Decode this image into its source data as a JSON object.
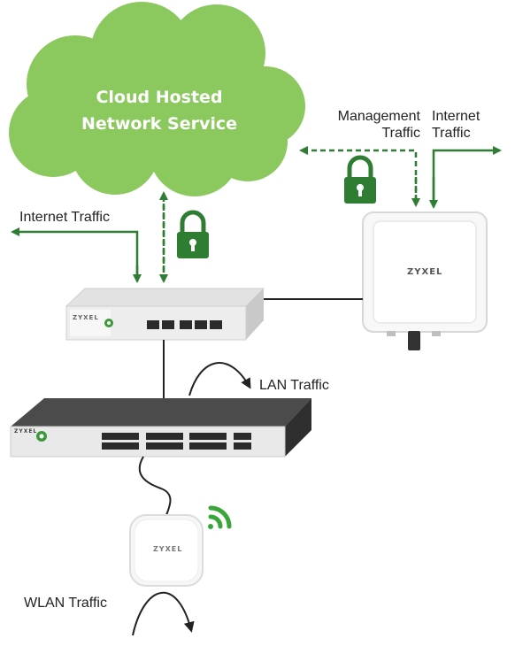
{
  "cloud": {
    "title_line1": "Cloud Hosted",
    "title_line2": "Network Service"
  },
  "labels": {
    "management_line1": "Management",
    "management_line2": "Traffic",
    "internet_right_line1": "Internet",
    "internet_right_line2": "Traffic",
    "internet_left": "Internet Traffic",
    "lan": "LAN Traffic",
    "wlan": "WLAN Traffic"
  },
  "brand": {
    "gateway": "ZYXEL",
    "access_point": "ZYXEL",
    "switch_top": "ZYXEL",
    "switch_big": "ZYXEL"
  },
  "colors": {
    "cloud": "#8bc95f",
    "accent": "#2e7d32",
    "line": "#222222"
  },
  "icons": [
    "lock-icon",
    "wifi-signal-icon",
    "nebula-logo-icon"
  ]
}
